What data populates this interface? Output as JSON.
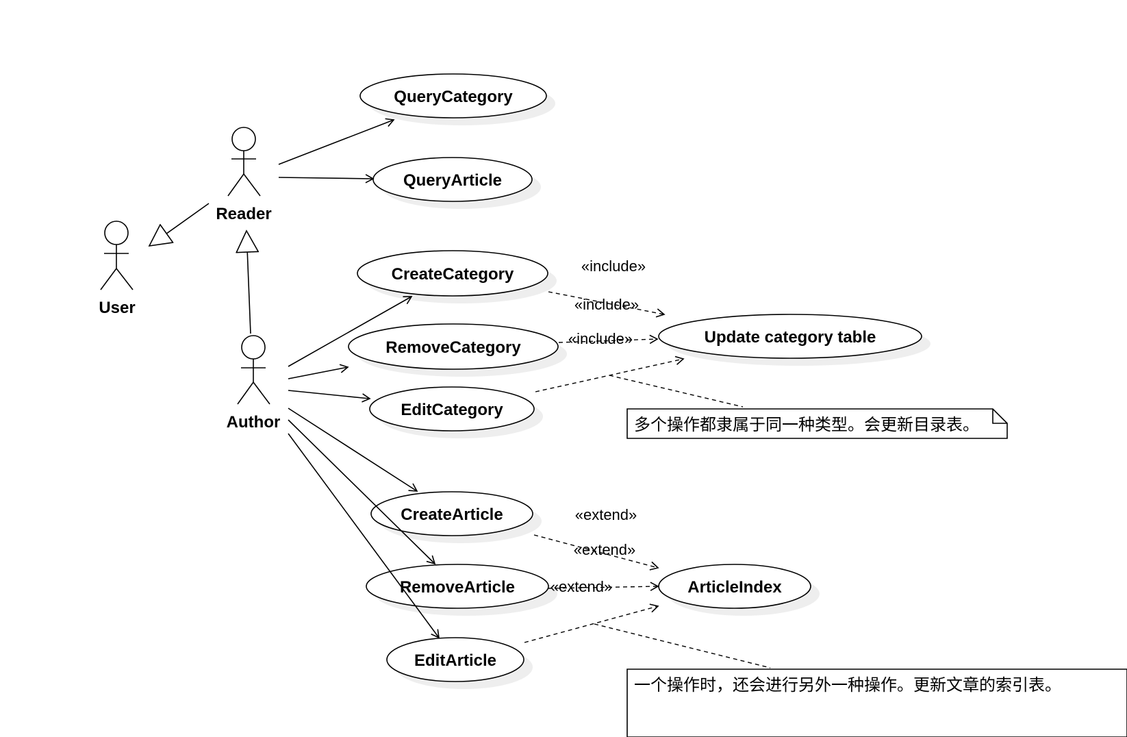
{
  "actors": {
    "user": "User",
    "reader": "Reader",
    "author": "Author"
  },
  "use_cases": {
    "query_category": "QueryCategory",
    "query_article": "QueryArticle",
    "create_category": "CreateCategory",
    "remove_category": "RemoveCategory",
    "edit_category": "EditCategory",
    "update_category_table": "Update category table",
    "create_article": "CreateArticle",
    "remove_article": "RemoveArticle",
    "edit_article": "EditArticle",
    "article_index": "ArticleIndex"
  },
  "stereotypes": {
    "include_1": "«include»",
    "include_2": "«include»",
    "include_3": "«include»",
    "extend_1": "«extend»",
    "extend_2": "«extend»",
    "extend_3": "«extend»"
  },
  "notes": {
    "category_note": "多个操作都隶属于同一种类型。会更新目录表。",
    "article_note": "一个操作时，还会进行另外一种操作。更新文章的索引表。"
  },
  "colors": {
    "stroke": "#000000",
    "shadow": "#eeeeee",
    "fill": "#ffffff"
  }
}
